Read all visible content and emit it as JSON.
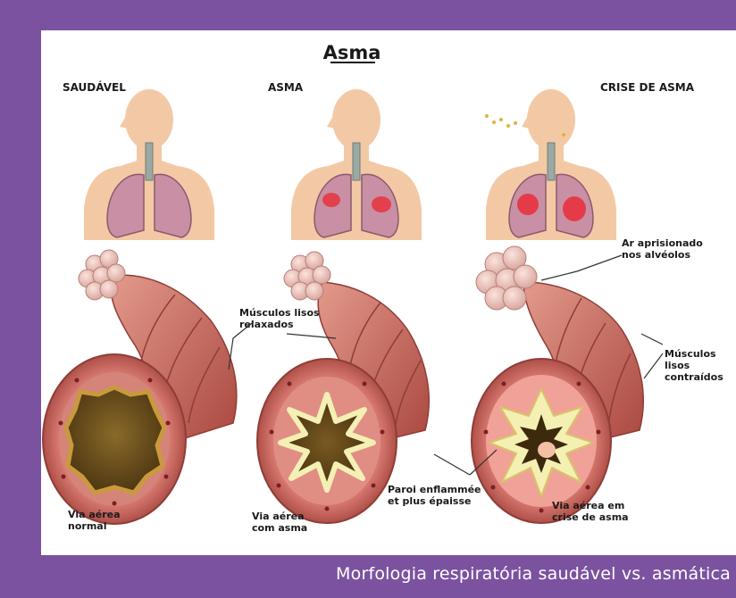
{
  "diagram": {
    "title": "Asma",
    "panels": [
      {
        "heading": "SAUDÁVEL",
        "airway_label": [
          "Via aérea",
          "normal"
        ]
      },
      {
        "heading": "ASMA",
        "airway_label": [
          "Via aérea",
          "com asma"
        ]
      },
      {
        "heading": "CRISE DE ASMA",
        "airway_label": [
          "Via aérea em",
          "crise de asma"
        ]
      }
    ],
    "callouts": {
      "relaxed_muscles": [
        "Músculos lisos",
        "relaxados"
      ],
      "trapped_air": [
        "Ar aprisionado",
        "nos alvéolos"
      ],
      "contracted_muscles": [
        "Músculos",
        "lisos",
        "contraídos"
      ],
      "inflamed_wall": [
        "Paroi enflammée",
        "et plus épaisse"
      ]
    },
    "colors": {
      "frame": "#7b52a0",
      "skin": "#f3c9a5",
      "lung": "#c98fa4",
      "inflammation": "#e8323f",
      "airway_wall": "#c9635c",
      "mucosa_healthy": "#c99a3c",
      "mucosa_inflamed": "#f4f0b4"
    }
  },
  "caption": "Morfologia respiratória saudável vs. asmática"
}
